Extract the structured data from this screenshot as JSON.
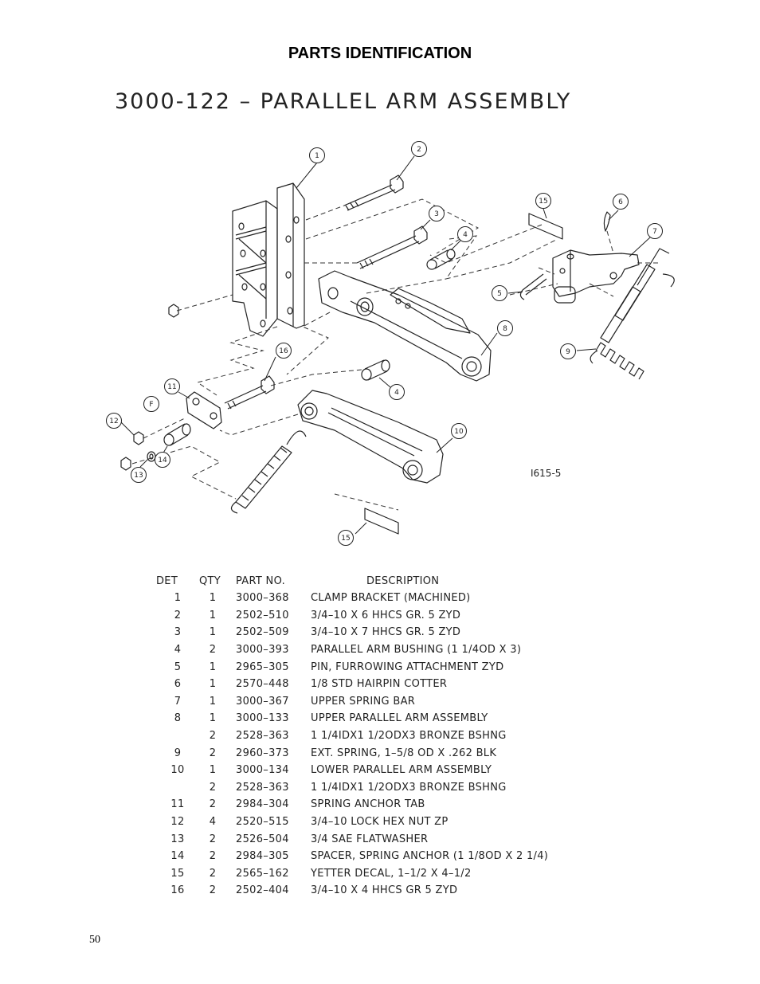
{
  "page": {
    "heading": "PARTS IDENTIFICATION",
    "page_number": "50"
  },
  "drawing": {
    "title": "3000-122 –   PARALLEL ARM ASSEMBLY",
    "drawing_code": "I615-5",
    "view_marker": "F",
    "callouts": [
      "1",
      "2",
      "3",
      "4",
      "4",
      "5",
      "6",
      "7",
      "8",
      "9",
      "10",
      "11",
      "12",
      "13",
      "14",
      "15",
      "15",
      "16"
    ]
  },
  "parts_table": {
    "headers": [
      "DET",
      "QTY",
      "PART NO.",
      "DESCRIPTION"
    ],
    "rows": [
      {
        "det": "1",
        "qty": "1",
        "part": "3000–368",
        "desc": "CLAMP BRACKET (MACHINED)"
      },
      {
        "det": "2",
        "qty": "1",
        "part": "2502–510",
        "desc": "3/4–10 X 6 HHCS GR. 5 ZYD"
      },
      {
        "det": "3",
        "qty": "1",
        "part": "2502–509",
        "desc": "3/4–10 X 7 HHCS GR. 5 ZYD"
      },
      {
        "det": "4",
        "qty": "2",
        "part": "3000–393",
        "desc": "PARALLEL ARM BUSHING (1 1/4OD X 3)"
      },
      {
        "det": "5",
        "qty": "1",
        "part": "2965–305",
        "desc": "PIN, FURROWING ATTACHMENT ZYD"
      },
      {
        "det": "6",
        "qty": "1",
        "part": "2570–448",
        "desc": "1/8 STD HAIRPIN COTTER"
      },
      {
        "det": "7",
        "qty": "1",
        "part": "3000–367",
        "desc": "UPPER SPRING BAR"
      },
      {
        "det": "8",
        "qty": "1",
        "part": "3000–133",
        "desc": "UPPER PARALLEL ARM ASSEMBLY"
      },
      {
        "det": "",
        "qty": "2",
        "part": "2528–363",
        "desc": "1 1/4IDX1 1/2ODX3 BRONZE BSHNG"
      },
      {
        "det": "9",
        "qty": "2",
        "part": "2960–373",
        "desc": "EXT. SPRING, 1–5/8 OD X .262 BLK"
      },
      {
        "det": "10",
        "qty": "1",
        "part": "3000–134",
        "desc": "LOWER PARALLEL ARM ASSEMBLY"
      },
      {
        "det": "",
        "qty": "2",
        "part": "2528–363",
        "desc": "1 1/4IDX1 1/2ODX3 BRONZE BSHNG"
      },
      {
        "det": "11",
        "qty": "2",
        "part": "2984–304",
        "desc": "SPRING ANCHOR TAB"
      },
      {
        "det": "12",
        "qty": "4",
        "part": "2520–515",
        "desc": "3/4–10 LOCK HEX NUT ZP"
      },
      {
        "det": "13",
        "qty": "2",
        "part": "2526–504",
        "desc": "3/4 SAE FLATWASHER"
      },
      {
        "det": "14",
        "qty": "2",
        "part": "2984–305",
        "desc": "SPACER, SPRING ANCHOR (1 1/8OD X 2 1/4)"
      },
      {
        "det": "15",
        "qty": "2",
        "part": "2565–162",
        "desc": "YETTER DECAL, 1–1/2 X 4–1/2"
      },
      {
        "det": "16",
        "qty": "2",
        "part": "2502–404",
        "desc": "3/4–10 X 4 HHCS GR 5 ZYD"
      }
    ]
  }
}
